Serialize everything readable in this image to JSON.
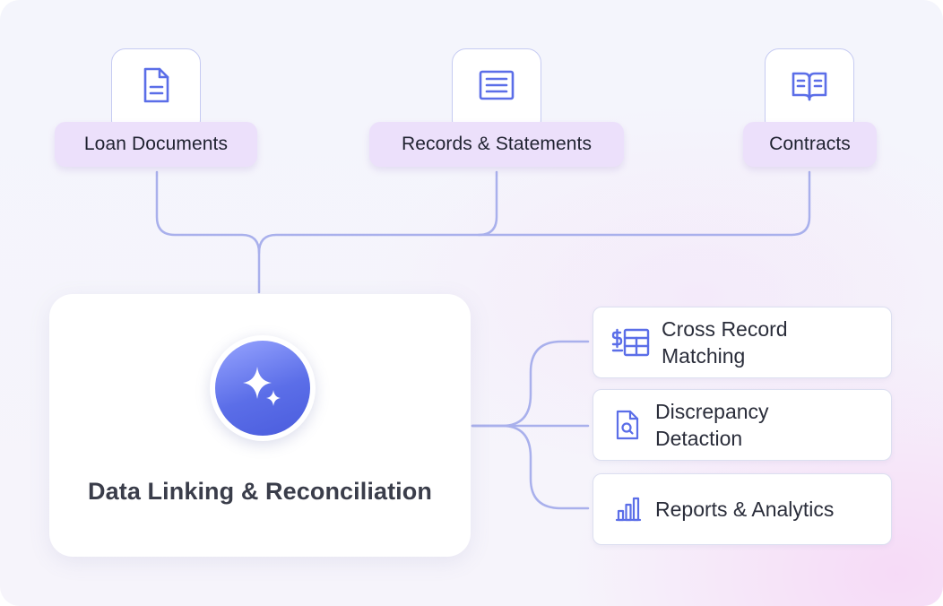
{
  "sources": [
    {
      "label": "Loan Documents",
      "icon": "document-icon"
    },
    {
      "label": "Records & Statements",
      "icon": "list-icon"
    },
    {
      "label": "Contracts",
      "icon": "open-book-icon"
    }
  ],
  "hub": {
    "title": "Data Linking & Reconciliation",
    "icon": "sparkle-icon"
  },
  "outputs": [
    {
      "line1": "Cross Record",
      "line2": "Matching",
      "icon": "dollar-table-icon"
    },
    {
      "line1": "Discrepancy",
      "line2": "Detaction",
      "icon": "file-search-icon"
    },
    {
      "line1": "Reports & Analytics",
      "icon": "bar-chart-icon"
    }
  ],
  "colors": {
    "accent": "#5b6ee8",
    "pill_bg": "#ece0fb",
    "connector": "#a9b0ec"
  }
}
